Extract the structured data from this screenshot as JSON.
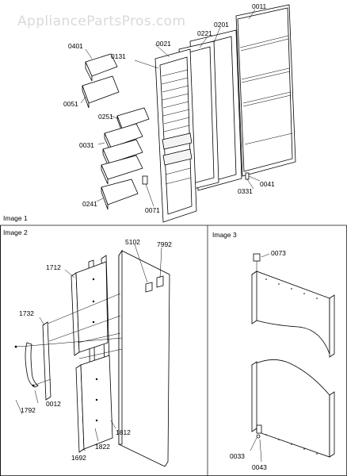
{
  "watermark": "AppliancePartsPros.com",
  "sections": [
    {
      "title": "Image 1",
      "callouts": [
        "0011",
        "0201",
        "0221",
        "0021",
        "0131",
        "0401",
        "0051",
        "0251",
        "0031",
        "0241",
        "0071",
        "0331",
        "0041"
      ]
    },
    {
      "title": "Image 2",
      "callouts": [
        "5102",
        "7992",
        "1712",
        "1732",
        "0012",
        "1792",
        "1812",
        "1822",
        "1692"
      ]
    },
    {
      "title": "Image 3",
      "callouts": [
        "0073",
        "0033",
        "0043"
      ]
    }
  ]
}
